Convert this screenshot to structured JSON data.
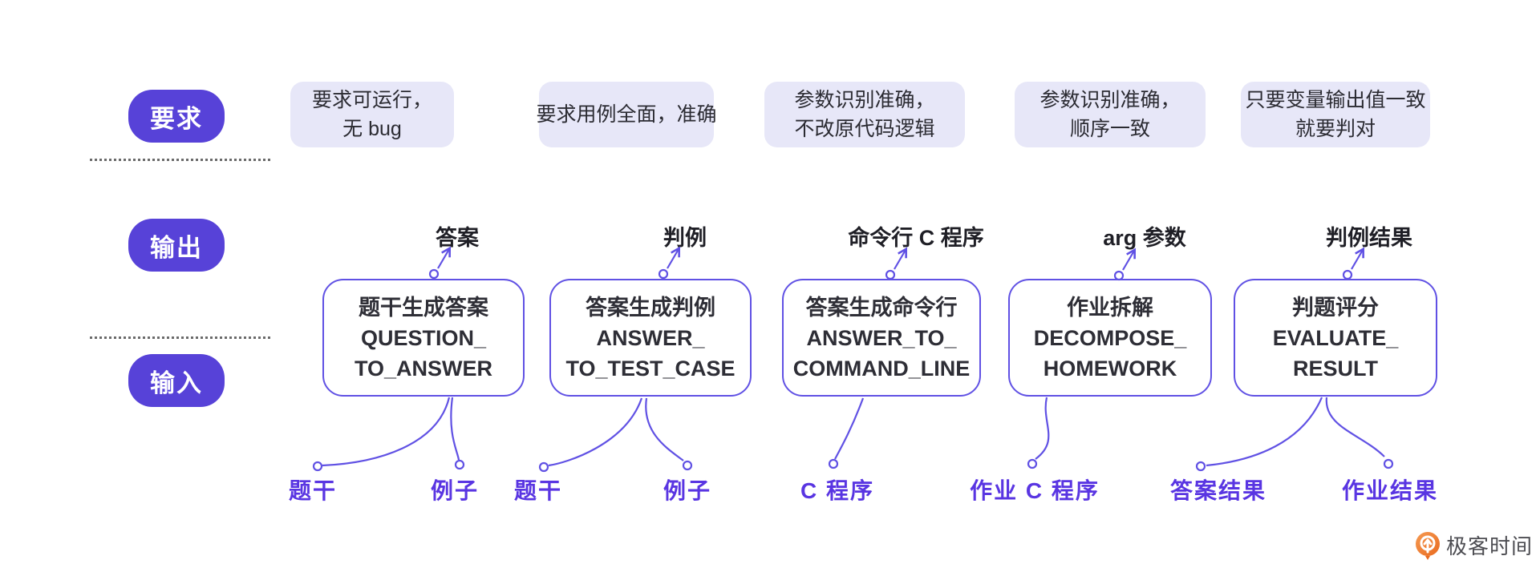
{
  "rail": {
    "requirement_label": "要求",
    "output_label": "输出",
    "input_label": "输入"
  },
  "columns": [
    {
      "requirement_lines": [
        "要求可运行，",
        "无 bug"
      ],
      "output": "答案",
      "box_title": "题干生成答案",
      "box_id_lines": [
        "QUESTION_",
        "TO_ANSWER"
      ],
      "inputs": [
        "题干",
        "例子"
      ]
    },
    {
      "requirement_lines": [
        "要求用例全面，准确"
      ],
      "output": "判例",
      "box_title": "答案生成判例",
      "box_id_lines": [
        "ANSWER_",
        "TO_TEST_CASE"
      ],
      "inputs": [
        "题干",
        "例子"
      ]
    },
    {
      "requirement_lines": [
        "参数识别准确，",
        "不改原代码逻辑"
      ],
      "output": "命令行 C 程序",
      "box_title": "答案生成命令行",
      "box_id_lines": [
        "ANSWER_TO_",
        "COMMAND_LINE"
      ],
      "inputs": [
        "C 程序"
      ]
    },
    {
      "requirement_lines": [
        "参数识别准确，",
        "顺序一致"
      ],
      "output": "arg 参数",
      "box_title": "作业拆解",
      "box_id_lines": [
        "DECOMPOSE_",
        "HOMEWORK"
      ],
      "inputs": [
        "作业 C 程序"
      ]
    },
    {
      "requirement_lines": [
        "只要变量输出值一致",
        "就要判对"
      ],
      "output": "判例结果",
      "box_title": "判题评分",
      "box_id_lines": [
        "EVALUATE_",
        "RESULT"
      ],
      "inputs": [
        "答案结果",
        "作业结果"
      ]
    }
  ],
  "brand": {
    "name": "极客时间"
  },
  "colors": {
    "pill_purple": "#5742d8",
    "box_border_purple": "#6051e4",
    "input_text_purple": "#5935e2",
    "requirement_bg": "#e7e7f8",
    "logo_orange": "#ed7d31"
  }
}
